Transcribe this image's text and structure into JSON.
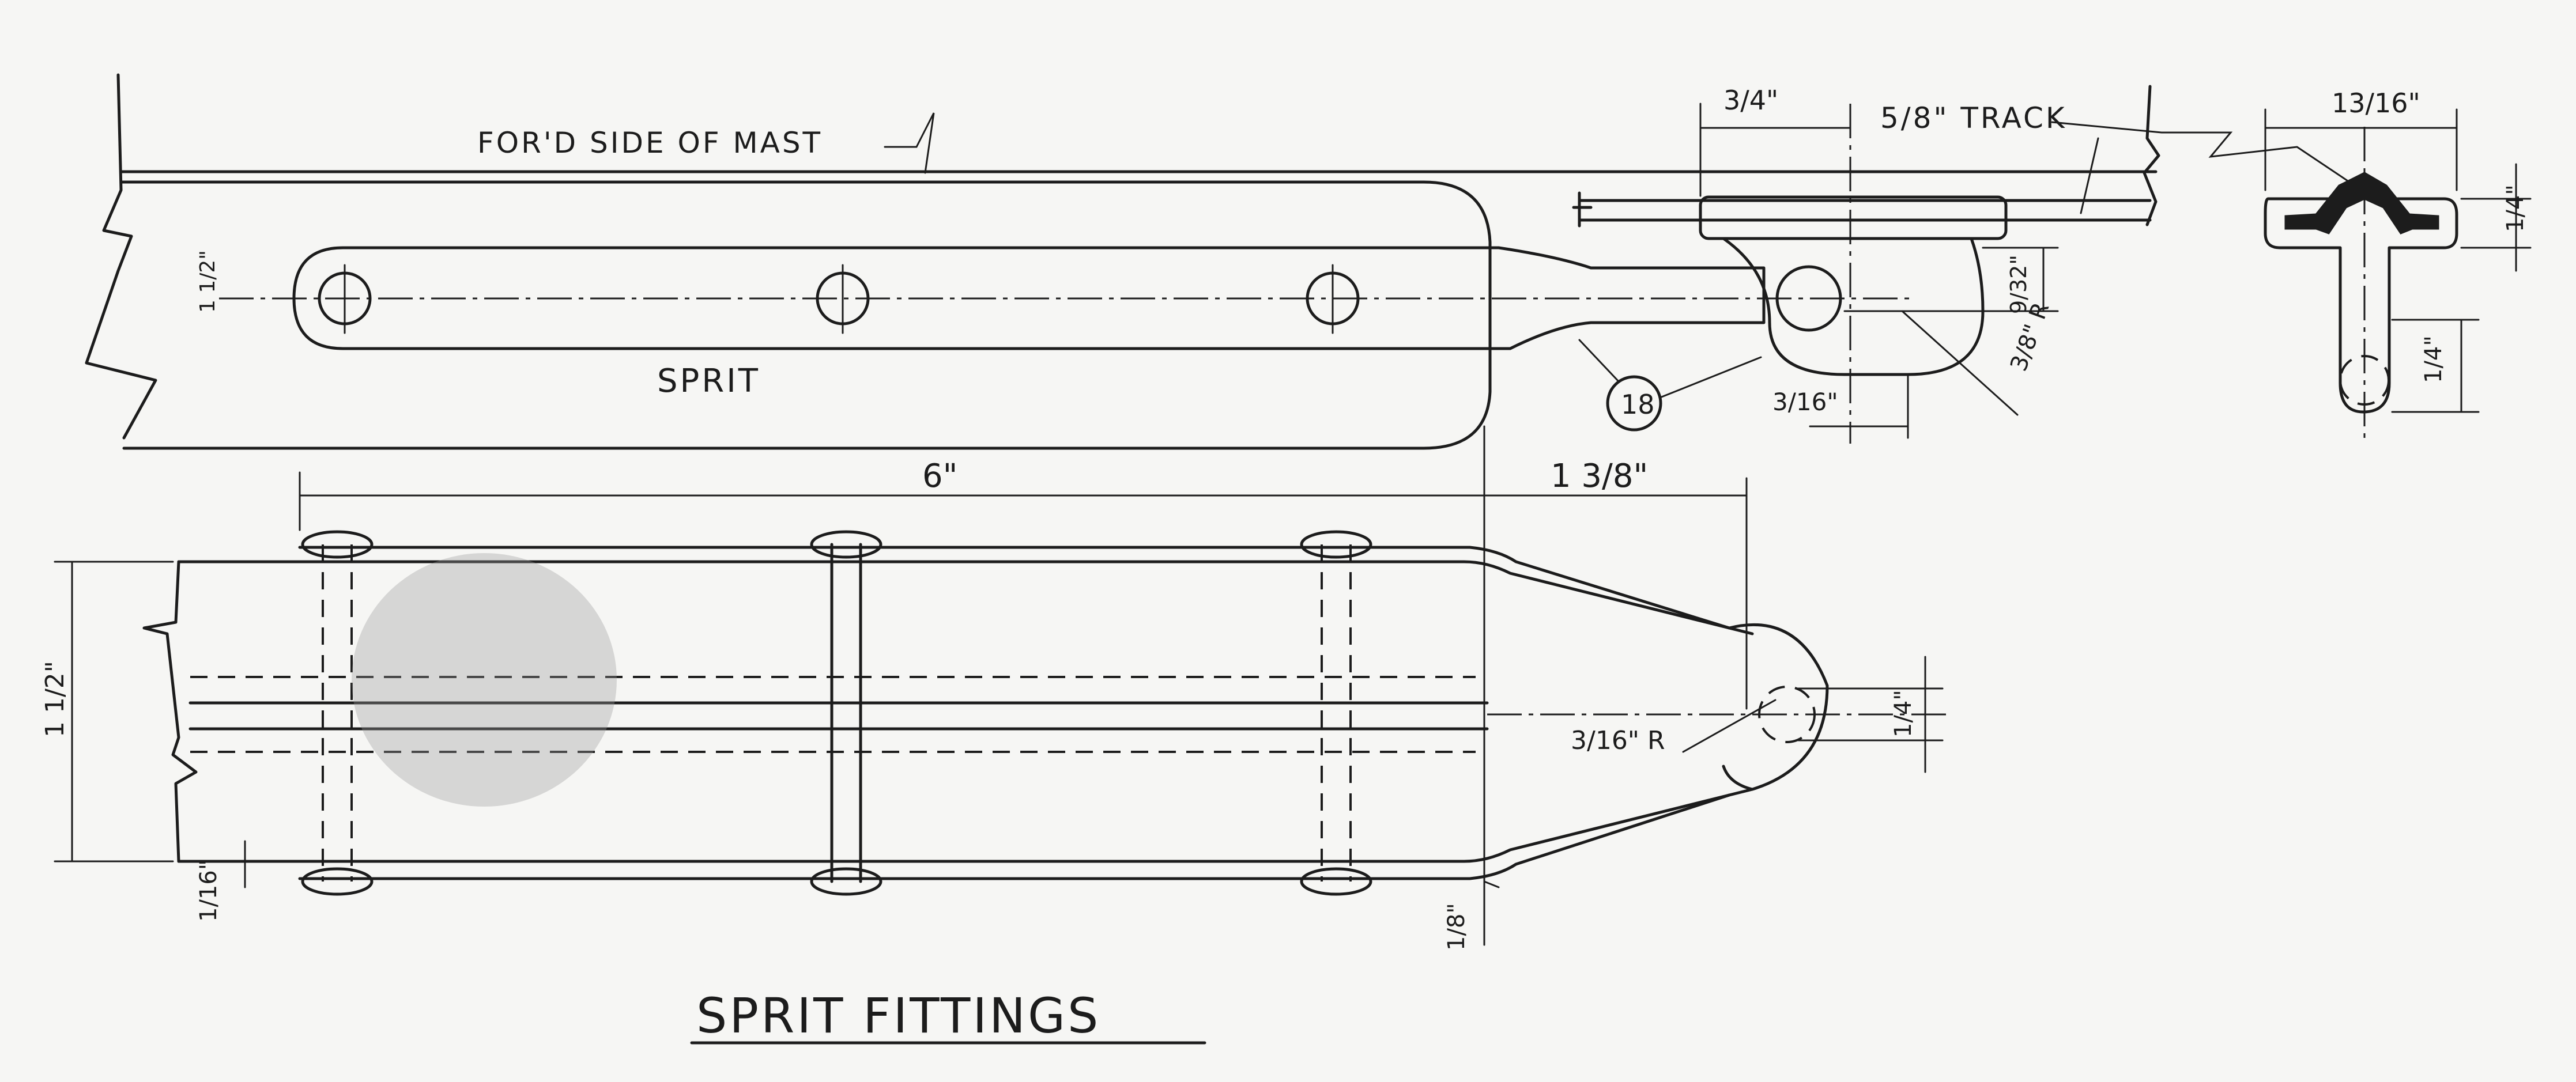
{
  "labels": {
    "mast_face": "FOR'D SIDE OF MAST",
    "sprit": "SPRIT",
    "track": "5/8\" TRACK",
    "part_number": "18",
    "title": "SPRIT FITTINGS"
  },
  "dimensions": {
    "sprit_width_side": "1 1/2\"",
    "track_width": "3/4\"",
    "slider_width": "13/16\"",
    "slider_height": "1/4\"",
    "slider_tab": "1/4\"",
    "offset_9_32": "9/32\"",
    "radius_3_8": "3/8\" R",
    "clearance_3_16": "3/16\"",
    "length_6": "6\"",
    "length_1_3_8": "1 3/8\"",
    "plate_width": "1 1/2\"",
    "radius_3_16": "3/16\" R",
    "hole_1_4": "1/4\"",
    "edge_1_16": "1/16\"",
    "thickness_1_8": "1/8\""
  }
}
